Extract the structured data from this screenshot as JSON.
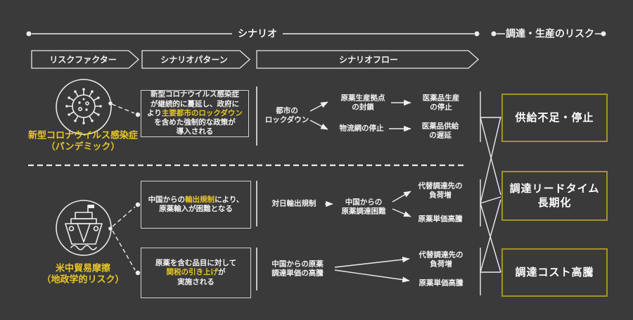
{
  "header": {
    "scenario_axis_label": "シナリオ",
    "procurement_risk_label": "調達・生産のリスク",
    "col_risk_factor": "リスクファクター",
    "col_scenario_pattern": "シナリオパターン",
    "col_scenario_flow": "シナリオフロー"
  },
  "pandemic": {
    "icon": "virus-icon",
    "label1": "新型コロナウイルス感染症",
    "label2": "（パンデミック）",
    "pattern": {
      "t1": "新型コロナウイルス感染症",
      "t2": "が継続的に蔓延し、政府に",
      "t3pre": "より",
      "t3hl": "主要都市のロックダウン",
      "t4": "を含めた強制的な政策が",
      "t5": "導入される"
    },
    "flow": {
      "n1l1": "都市の",
      "n1l2": "ロックダウン",
      "n2l1": "原薬生産拠点",
      "n2l2": "の封鎖",
      "n3l1": "医薬品生産",
      "n3l2": "の停止",
      "n4": "物流網の停止",
      "n5l1": "医薬品供給",
      "n5l2": "の遅延"
    }
  },
  "trade": {
    "icon": "ship-icon",
    "label1": "米中貿易摩擦",
    "label2": "（地政学的リスク）",
    "patternA": {
      "t1pre": "中国からの",
      "t1hl": "輸出規制",
      "t1post": "により、",
      "t2": "原薬輸入が困難となる"
    },
    "patternB": {
      "t1": "原薬を含む品目に対して",
      "t2hl": "関税の引き上げ",
      "t2post": "が",
      "t3": "実施される"
    },
    "flowExport": {
      "n1": "対日輸出規制",
      "n2l1": "中国からの",
      "n2l2": "原薬調達困難",
      "n3l1": "代替調達先の",
      "n3l2": "負荷増",
      "n4": "原薬単価高騰"
    },
    "flowTariff": {
      "n1l1": "中国からの原薬",
      "n1l2": "調達単価の高騰",
      "n2l1": "代替調達先の",
      "n2l2": "負荷増",
      "n3": "原薬単価高騰"
    }
  },
  "risks": {
    "r1": "供給不足・停止",
    "r2l1": "調達リードタイム",
    "r2l2": "長期化",
    "r3": "調達コスト高騰"
  },
  "colors": {
    "background": "#3a3a3a",
    "text_white": "#f2f2f2",
    "accent_yellow": "#e8c724",
    "risk_box_border": "#a49222",
    "line_gray": "#ededed",
    "pattern_box_border": "#d2d2d2"
  }
}
